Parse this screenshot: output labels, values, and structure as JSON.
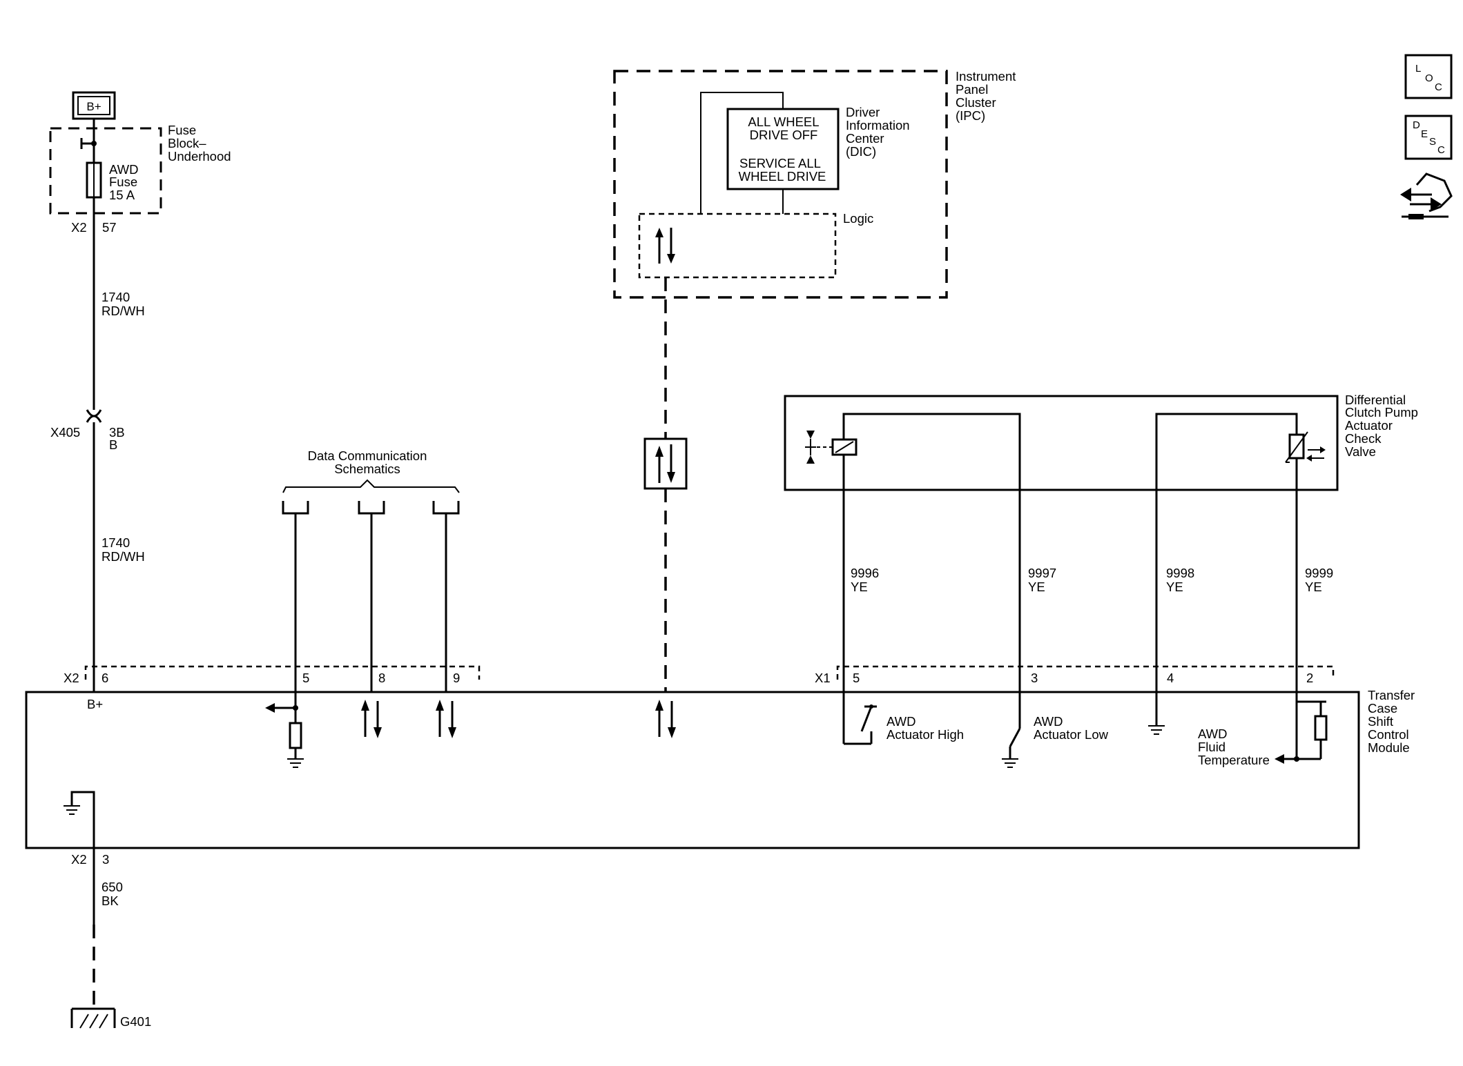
{
  "power": {
    "label": "B+"
  },
  "fuse_block": {
    "name_lines": [
      "Fuse",
      "Block–",
      "Underhood"
    ],
    "fuse_lines": [
      "AWD",
      "Fuse",
      "15 A"
    ],
    "connector": "X2",
    "pin": "57"
  },
  "wire_power_1": {
    "circuit": "1740",
    "color": "RD/WH"
  },
  "inline_connector": {
    "name": "X405",
    "pin": "3B",
    "sub": "B"
  },
  "wire_power_2": {
    "circuit": "1740",
    "color": "RD/WH"
  },
  "data_comm": {
    "title_lines": [
      "Data Communication",
      "Schematics"
    ]
  },
  "ipc": {
    "name_lines": [
      "Instrument",
      "Panel",
      "Cluster",
      "(IPC)"
    ],
    "dic_lines": [
      "Driver",
      "Information",
      "Center",
      "(DIC)"
    ],
    "msg_lines": [
      "ALL WHEEL",
      "DRIVE OFF",
      "SERVICE ALL",
      "WHEEL DRIVE"
    ],
    "logic_label": "Logic"
  },
  "valve": {
    "name_lines": [
      "Differential",
      "Clutch Pump",
      "Actuator",
      "Check",
      "Valve"
    ]
  },
  "valve_wires": [
    {
      "circuit": "9996",
      "color": "YE"
    },
    {
      "circuit": "9997",
      "color": "YE"
    },
    {
      "circuit": "9998",
      "color": "YE"
    },
    {
      "circuit": "9999",
      "color": "YE"
    }
  ],
  "module": {
    "name_lines": [
      "Transfer",
      "Case",
      "Shift",
      "Control",
      "Module"
    ],
    "left_connector": "X2",
    "left_pins": [
      "6",
      "5",
      "8",
      "9"
    ],
    "right_connector": "X1",
    "right_pins": [
      "5",
      "3",
      "4",
      "2"
    ],
    "bplus_label": "B+",
    "sw_high_lines": [
      "AWD",
      "Actuator High"
    ],
    "sw_low_lines": [
      "AWD",
      "Actuator Low"
    ],
    "temp_lines": [
      "AWD",
      "Fluid",
      "Temperature"
    ],
    "ground_connector": "X2",
    "ground_pin": "3"
  },
  "ground_wire": {
    "circuit": "650",
    "color": "BK"
  },
  "ground": {
    "name": "G401"
  },
  "side_icons": {
    "loc_letters": [
      "L",
      "O",
      "C"
    ],
    "desc_letters": [
      "D",
      "E",
      "S",
      "C"
    ]
  }
}
